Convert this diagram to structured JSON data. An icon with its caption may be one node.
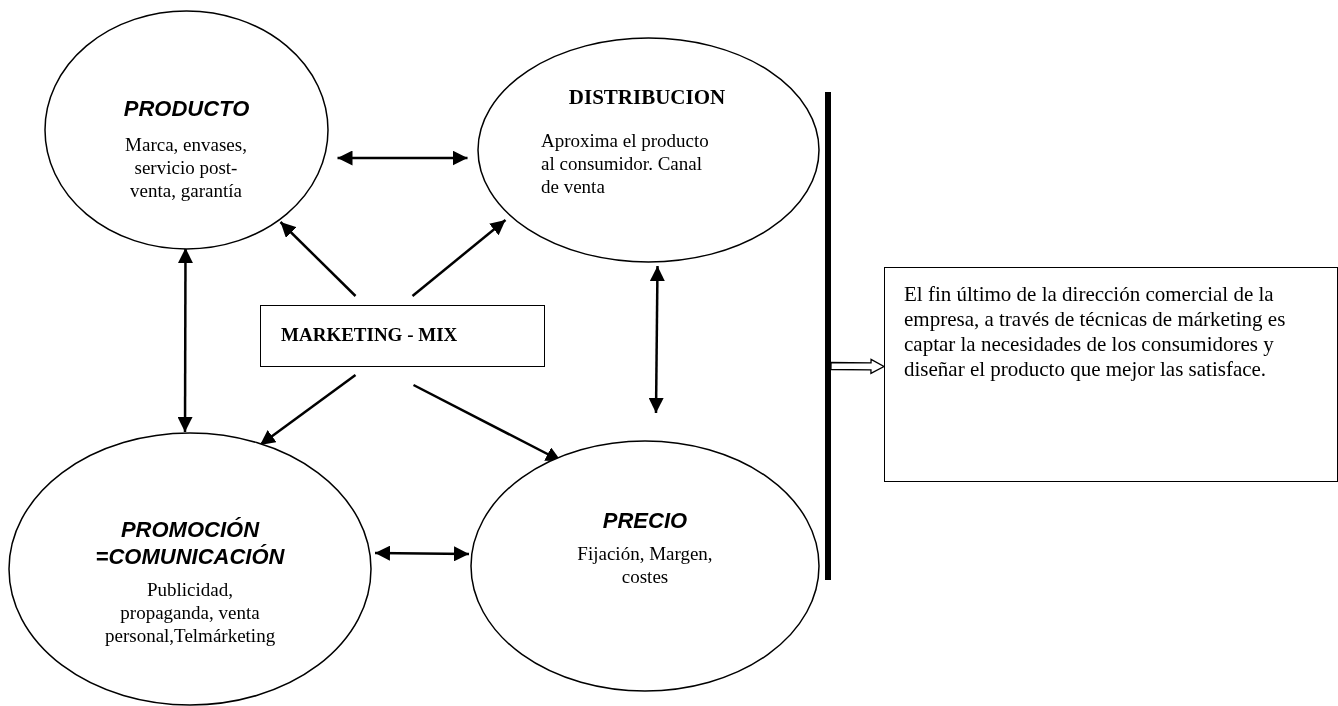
{
  "diagram": {
    "nodes": [
      {
        "text": [
          "PRODUCTO",
          "Marca, envases, servicio post-venta, garantía"
        ]
      },
      {
        "text": [
          "DISTRIBUCION",
          "Aproxima el producto al consumidor. Canal de venta"
        ]
      },
      {
        "text": [
          "MARKETING - MIX"
        ]
      },
      {
        "text": [
          "PROMOCIÓN =COMUNICACIÓN",
          "Publicidad, propaganda, venta personal,Telmárketing"
        ]
      },
      {
        "text": [
          "PRECIO",
          "Fijación, Margen, costes"
        ]
      },
      {
        "text": [],
        "shape": "bar"
      },
      {
        "text": [
          "El fin último de la dirección comercial de la empresa, a través de técnicas de márketing es captar la necesidades de los consumidores y diseñar el producto que mejor las satisface."
        ]
      }
    ],
    "edges": [
      {
        "from": 0,
        "to": 1,
        "arrow": "both"
      },
      {
        "from": 2,
        "to": 0,
        "arrow": "to"
      },
      {
        "from": 2,
        "to": 1,
        "arrow": "to"
      },
      {
        "from": 0,
        "to": 3,
        "arrow": "both"
      },
      {
        "from": 1,
        "to": 4,
        "arrow": "both"
      },
      {
        "from": 2,
        "to": 3,
        "arrow": "to"
      },
      {
        "from": 2,
        "to": 4,
        "arrow": "to"
      },
      {
        "from": 3,
        "to": 4,
        "arrow": "both"
      },
      {
        "from": 5,
        "to": 6,
        "arrow": "to",
        "style": "thick"
      }
    ]
  }
}
